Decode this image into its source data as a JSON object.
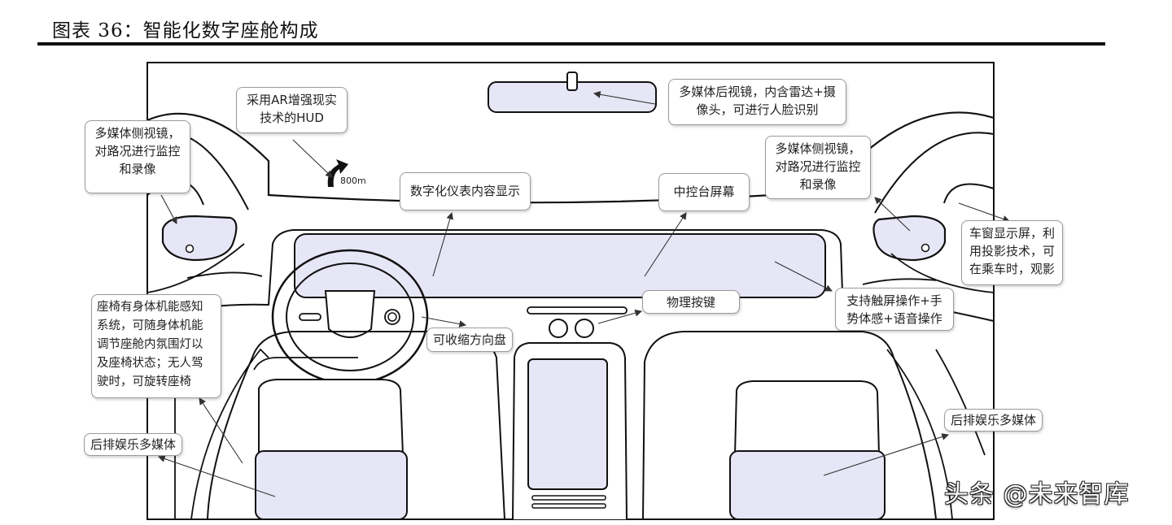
{
  "figure": {
    "title": "图表 36：智能化数字座舱构成"
  },
  "callouts": {
    "ar_hud": "采用AR增强现实\n技术的HUD",
    "rear_mirror": "多媒体后视镜，内含雷达+摄\n像头，可进行人脸识别",
    "side_mirror_left": "多媒体侧视镜，\n对路况进行监控\n和录像",
    "side_mirror_right": "多媒体侧视镜，\n对路况进行监控\n和录像",
    "digital_cluster": "数字化仪表内容显示",
    "center_screen": "中控台屏幕",
    "window_display": "车窗显示屏，利\n用投影技术，可\n在乘车时，观影",
    "seat_sensing": "座椅有身体机能感知\n系统，可随身体机能\n调节座舱内氛围灯以\n及座椅状态；无人驾\n驶时，可旋转座椅",
    "physical_buttons": "物理按键",
    "touch_gesture_voice": "支持触屏操作+手\n势体感+语音操作",
    "retractable_wheel": "可收缩方向盘",
    "rear_entertainment_left": "后排娱乐多媒体",
    "rear_entertainment_right": "后排娱乐多媒体"
  },
  "hud_navigation": {
    "distance": "800m",
    "icon": "turn-right-arrow-icon"
  },
  "watermark": "头条 @未来智库",
  "colors": {
    "screen_fill": "#e6e6f7",
    "outline": "#111111",
    "callout_border": "#9a9a9a"
  }
}
